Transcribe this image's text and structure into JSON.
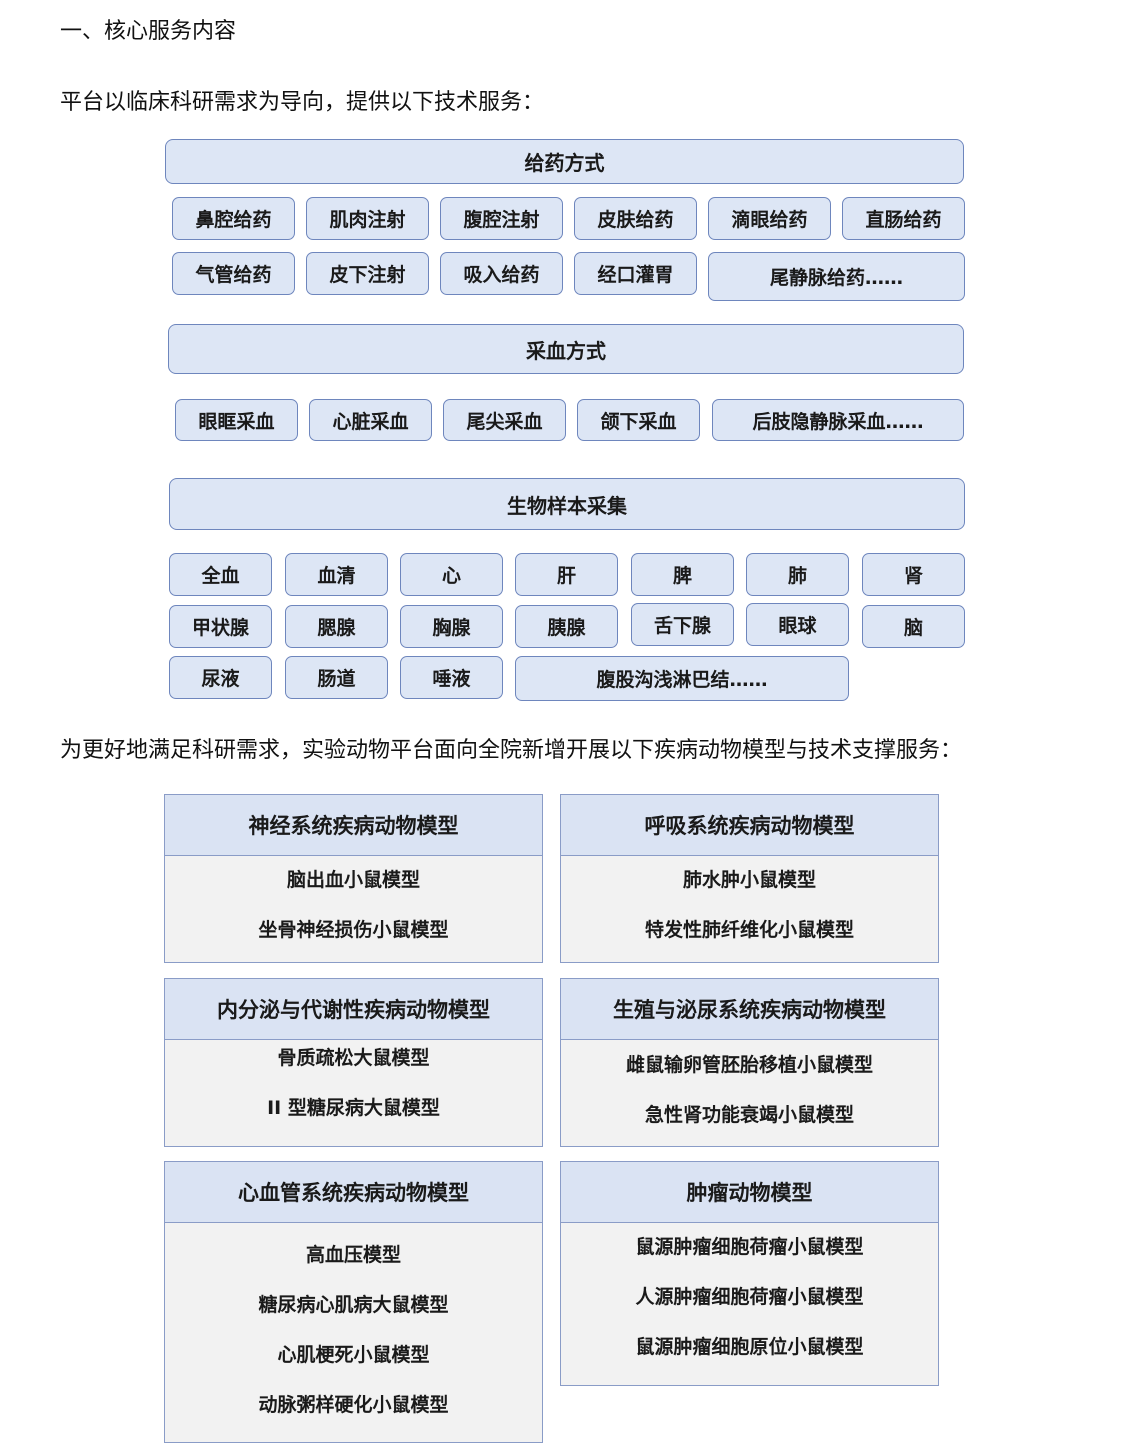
{
  "heading": "一、核心服务内容",
  "intro": "平台以临床科研需求为导向，提供以下技术服务：",
  "administration": {
    "title": "给药方式",
    "row1": [
      "鼻腔给药",
      "肌肉注射",
      "腹腔注射",
      "皮肤给药",
      "滴眼给药",
      "直肠给药"
    ],
    "row2": [
      "气管给药",
      "皮下注射",
      "吸入给药",
      "经口灌胃",
      "尾静脉给药……"
    ]
  },
  "blood": {
    "title": "采血方式",
    "items": [
      "眼眶采血",
      "心脏采血",
      "尾尖采血",
      "颌下采血",
      "后肢隐静脉采血……"
    ]
  },
  "samples": {
    "title": "生物样本采集",
    "row1": [
      "全血",
      "血清",
      "心",
      "肝",
      "脾",
      "肺",
      "肾"
    ],
    "row2": [
      "甲状腺",
      "腮腺",
      "胸腺",
      "胰腺",
      "舌下腺",
      "眼球",
      "脑"
    ],
    "row3": [
      "尿液",
      "肠道",
      "唾液",
      "腹股沟浅淋巴结……"
    ]
  },
  "models_intro": "为更好地满足科研需求，实验动物平台面向全院新增开展以下疾病动物模型与技术支撑服务：",
  "models": [
    {
      "title": "神经系统疾病动物模型",
      "items": [
        "脑出血小鼠模型",
        "坐骨神经损伤小鼠模型"
      ]
    },
    {
      "title": "呼吸系统疾病动物模型",
      "items": [
        "肺水肿小鼠模型",
        "特发性肺纤维化小鼠模型"
      ]
    },
    {
      "title": "内分泌与代谢性疾病动物模型",
      "items": [
        "骨质疏松大鼠模型",
        "II 型糖尿病大鼠模型"
      ]
    },
    {
      "title": "生殖与泌尿系统疾病动物模型",
      "items": [
        "雌鼠输卵管胚胎移植小鼠模型",
        "急性肾功能衰竭小鼠模型"
      ]
    },
    {
      "title": "心血管系统疾病动物模型",
      "items": [
        "高血压模型",
        "糖尿病心肌病大鼠模型",
        "心肌梗死小鼠模型",
        "动脉粥样硬化小鼠模型"
      ]
    },
    {
      "title": "肿瘤动物模型",
      "items": [
        "鼠源肿瘤细胞荷瘤小鼠模型",
        "人源肿瘤细胞荷瘤小鼠模型",
        "鼠源肿瘤细胞原位小鼠模型"
      ]
    }
  ]
}
